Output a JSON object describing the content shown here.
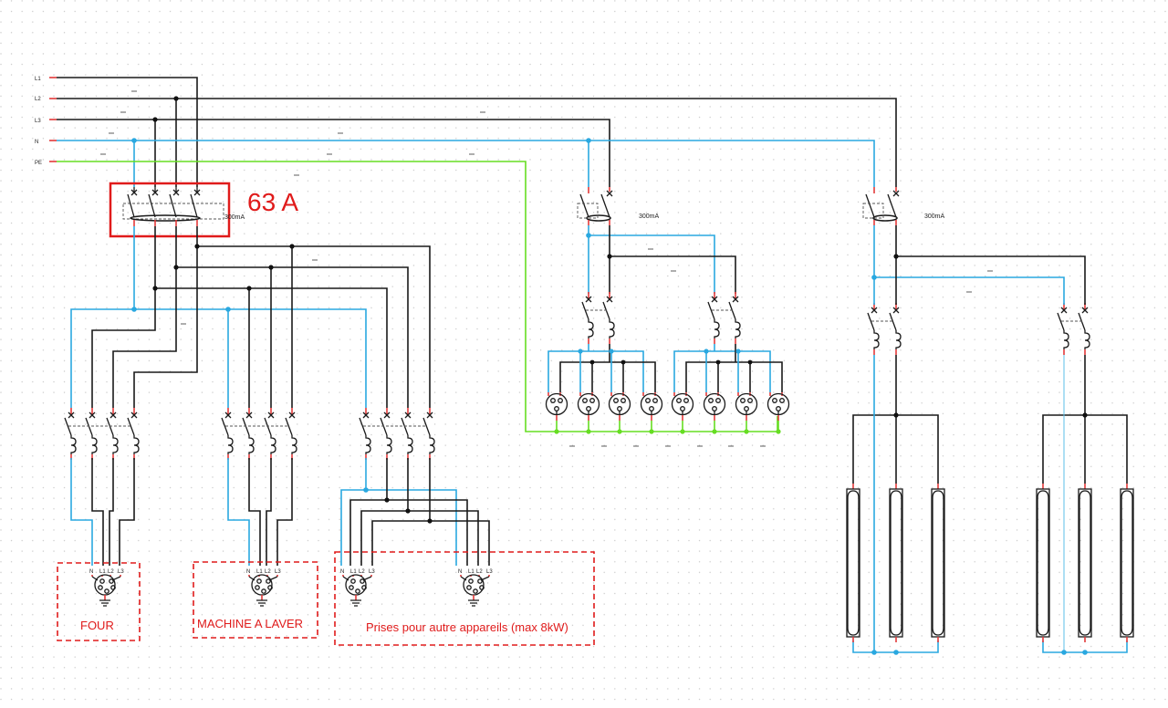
{
  "diagram": {
    "type": "electrical-single-line-schematic",
    "colors": {
      "phase": "#1a1a1a",
      "neutral": "#2aa8e0",
      "earth": "#66dd22",
      "annotation": "#e01b1b",
      "terminal": "#e23a3a"
    },
    "bus_labels": {
      "l1": "L1",
      "l2": "L2",
      "l3": "L3",
      "n": "N",
      "pe": "PE"
    },
    "main_breaker": {
      "rating": "63 A",
      "sensitivity": "300mA",
      "poles": 4
    },
    "rcd_sockets": {
      "sensitivity": "300mA",
      "poles": 2
    },
    "rcd_lighting": {
      "sensitivity": "300mA",
      "poles": 2
    },
    "socket_labels": {
      "n": "N",
      "l1": "L1",
      "l2": "L2",
      "l3": "L3"
    },
    "loads": {
      "four": "FOUR",
      "machine": "MACHINE A LAVER",
      "prises": "Prises pour autre appareils (max 8kW)"
    },
    "socket_outlets_count": 8,
    "lamp_groups": 2,
    "lamps_per_group": 3
  }
}
